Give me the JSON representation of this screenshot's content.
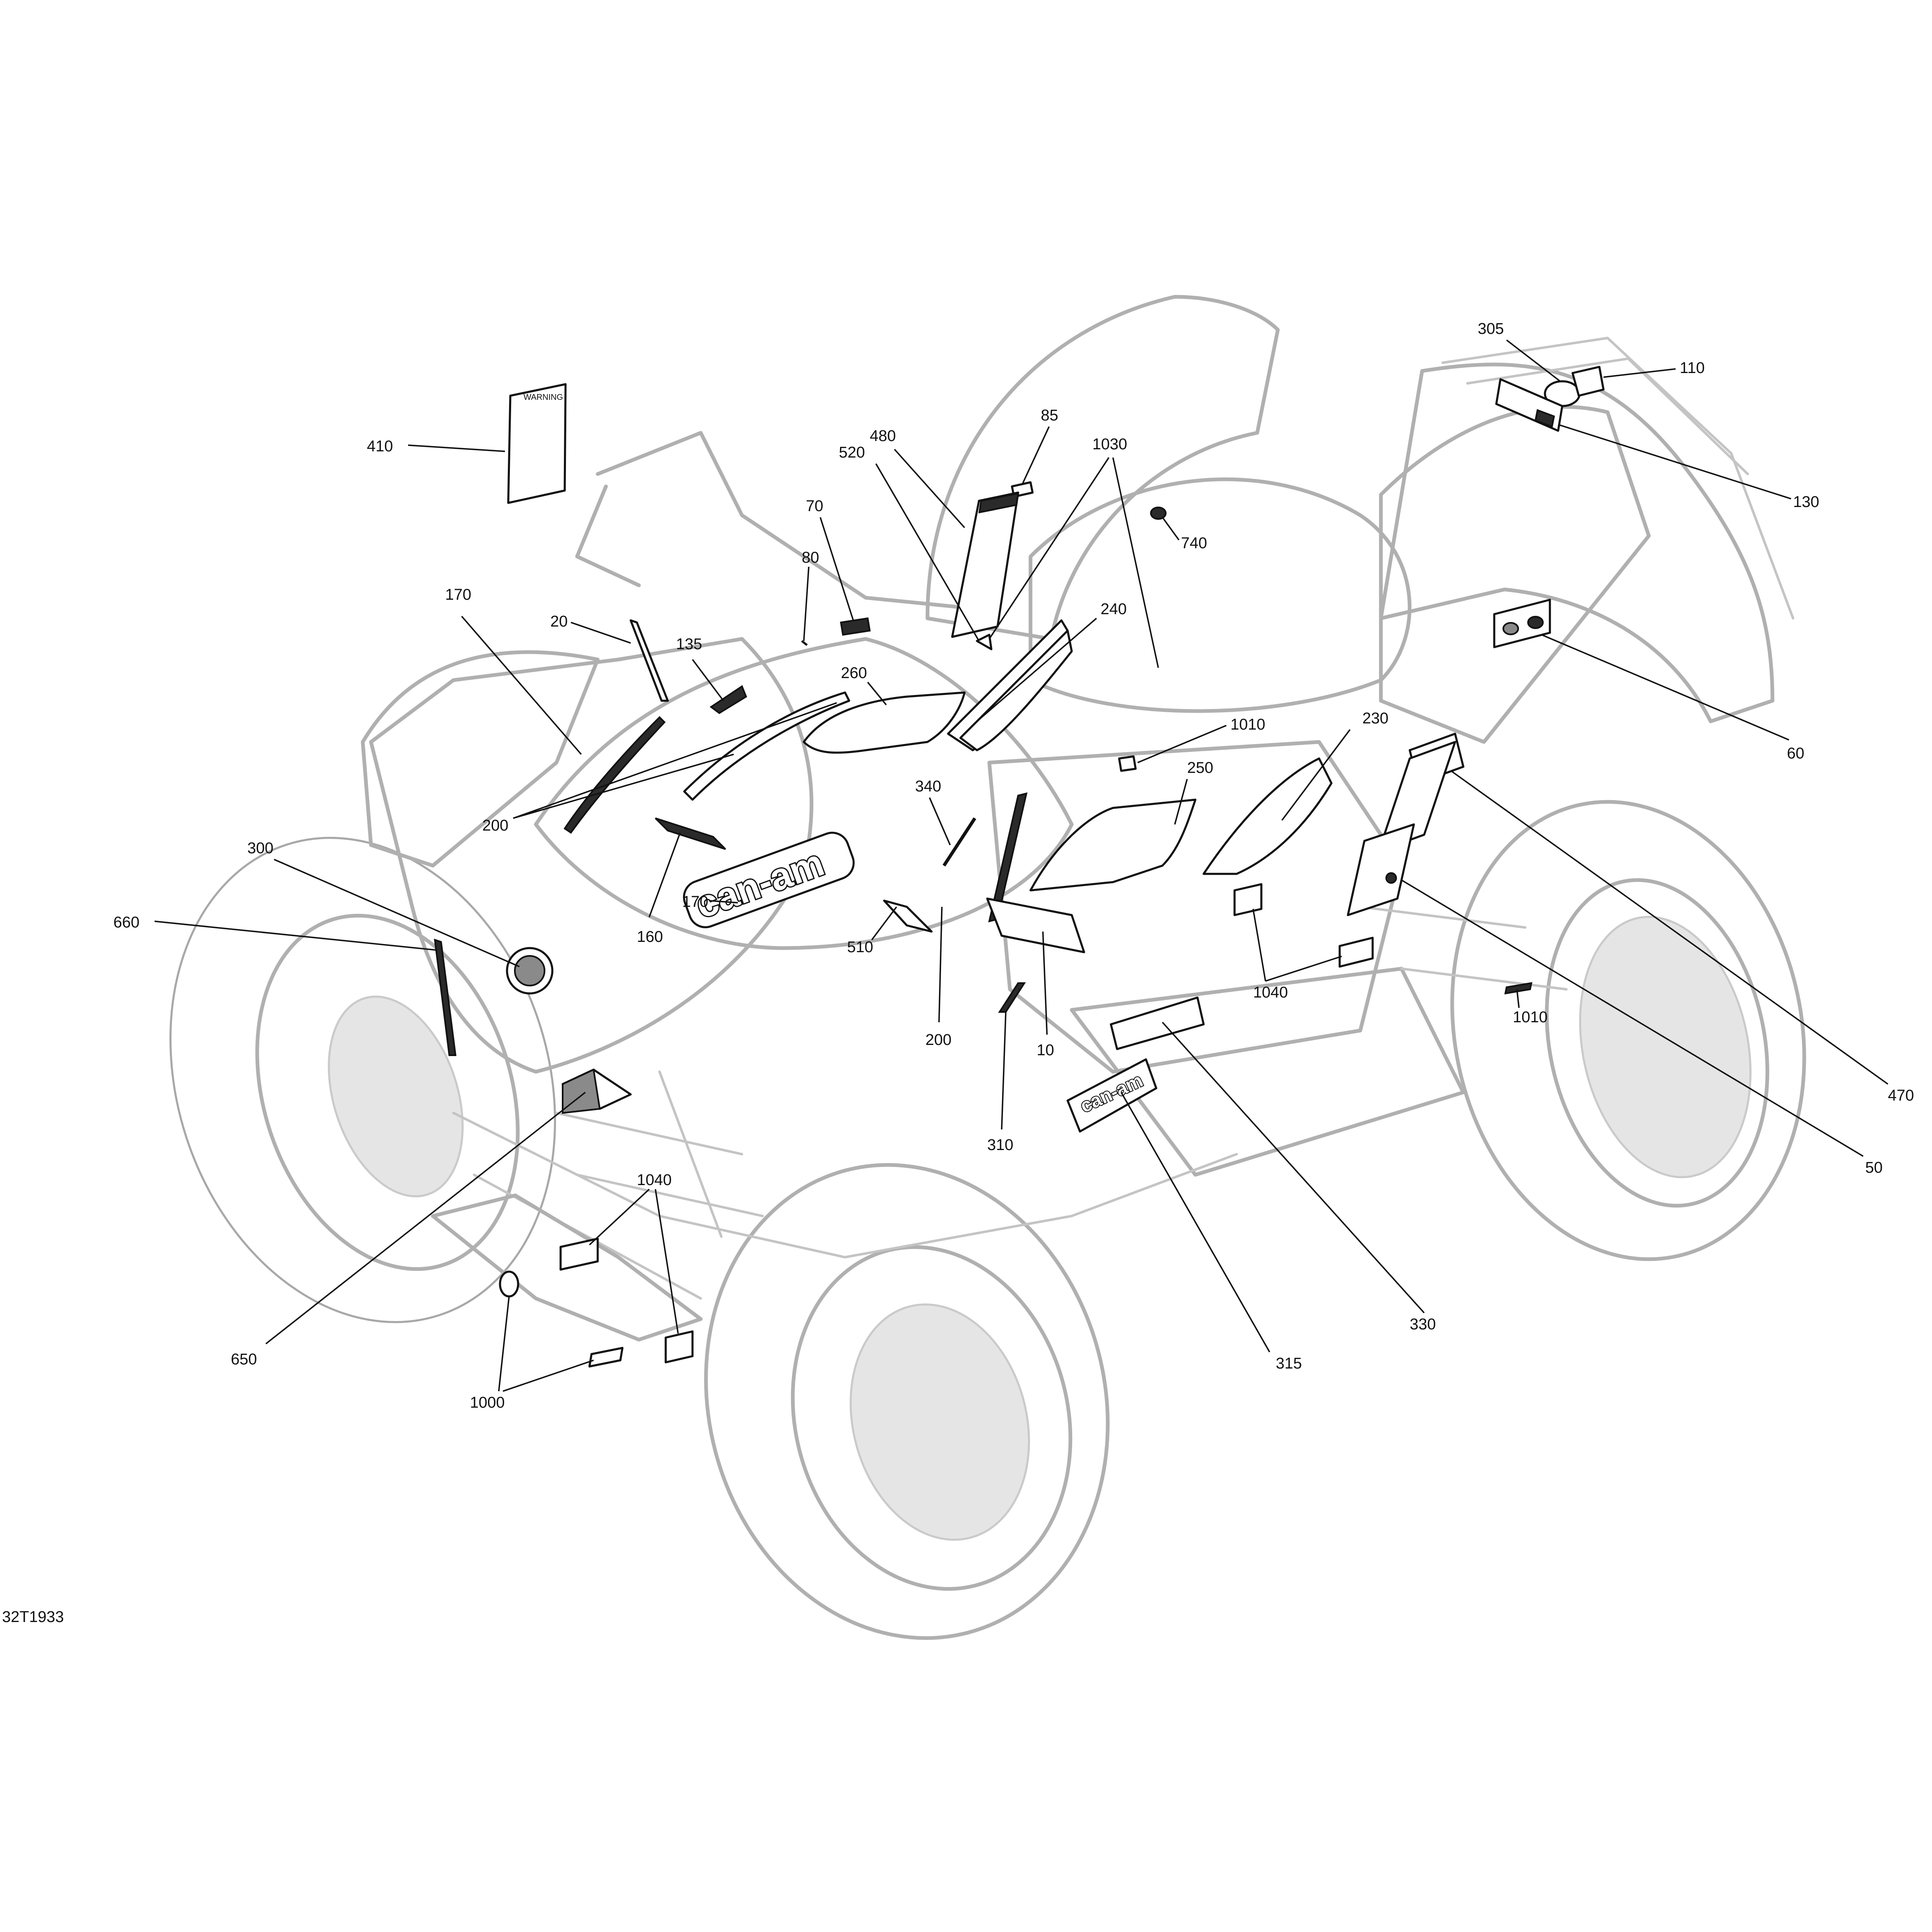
{
  "figure_code": "32T1933",
  "decal_texts": {
    "brand_logo": "can-am",
    "brand_logo_small": "can-am",
    "warning_label": "WARNING"
  },
  "callouts": [
    {
      "id": "c410",
      "label": "410"
    },
    {
      "id": "c305",
      "label": "305"
    },
    {
      "id": "c110",
      "label": "110"
    },
    {
      "id": "c130",
      "label": "130"
    },
    {
      "id": "c85",
      "label": "85"
    },
    {
      "id": "c480",
      "label": "480"
    },
    {
      "id": "c520",
      "label": "520"
    },
    {
      "id": "c1030",
      "label": "1030"
    },
    {
      "id": "c740",
      "label": "740"
    },
    {
      "id": "c70",
      "label": "70"
    },
    {
      "id": "c80",
      "label": "80"
    },
    {
      "id": "c240",
      "label": "240"
    },
    {
      "id": "c170a",
      "label": "170"
    },
    {
      "id": "c20",
      "label": "20"
    },
    {
      "id": "c135",
      "label": "135"
    },
    {
      "id": "c260",
      "label": "260"
    },
    {
      "id": "c60",
      "label": "60"
    },
    {
      "id": "c1010a",
      "label": "1010"
    },
    {
      "id": "c230",
      "label": "230"
    },
    {
      "id": "c250",
      "label": "250"
    },
    {
      "id": "c340",
      "label": "340"
    },
    {
      "id": "c200a",
      "label": "200"
    },
    {
      "id": "c300",
      "label": "300"
    },
    {
      "id": "c160",
      "label": "160"
    },
    {
      "id": "c170b",
      "label": "170"
    },
    {
      "id": "c660",
      "label": "660"
    },
    {
      "id": "c510",
      "label": "510"
    },
    {
      "id": "c200b",
      "label": "200"
    },
    {
      "id": "c10",
      "label": "10"
    },
    {
      "id": "c1040a",
      "label": "1040"
    },
    {
      "id": "c1010b",
      "label": "1010"
    },
    {
      "id": "c470",
      "label": "470"
    },
    {
      "id": "c310",
      "label": "310"
    },
    {
      "id": "c50",
      "label": "50"
    },
    {
      "id": "c1040b",
      "label": "1040"
    },
    {
      "id": "c330",
      "label": "330"
    },
    {
      "id": "c650",
      "label": "650"
    },
    {
      "id": "c315",
      "label": "315"
    },
    {
      "id": "c1000",
      "label": "1000"
    }
  ]
}
